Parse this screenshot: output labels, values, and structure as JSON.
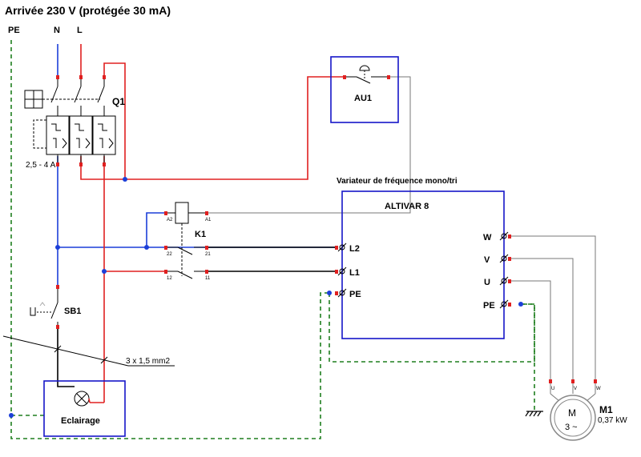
{
  "title": "Arrivée 230 V (protégée 30 mA)",
  "supply": {
    "pe": "PE",
    "n": "N",
    "l": "L"
  },
  "breaker": {
    "name": "Q1",
    "rating": "2,5 - 4 A"
  },
  "emergency_stop": {
    "name": "AU1"
  },
  "contactor": {
    "name": "K1",
    "coil_a2": "A2",
    "coil_a1": "A1",
    "c22": "22",
    "c21": "21",
    "c12": "12",
    "c11": "11"
  },
  "pushbutton": {
    "name": "SB1"
  },
  "cable": {
    "label": "3 x 1,5 mm2"
  },
  "lighting": {
    "label": "Eclairage"
  },
  "drive": {
    "caption": "Variateur de fréquence mono/tri",
    "model": "ALTIVAR 8",
    "in_l2": "L2",
    "in_l1": "L1",
    "in_pe": "PE",
    "out_w": "W",
    "out_v": "V",
    "out_u": "U",
    "out_pe": "PE"
  },
  "motor": {
    "name": "M1",
    "power": "0,37 kW",
    "symbol_m": "M",
    "symbol_phase": "3 ~",
    "t_u": "U",
    "t_v": "V",
    "t_w": "W"
  },
  "colors": {
    "phase": "#e02020",
    "neutral": "#1c3fd8",
    "earth": "#1f7f1f",
    "control": "#777777",
    "box": "#1616c8"
  }
}
